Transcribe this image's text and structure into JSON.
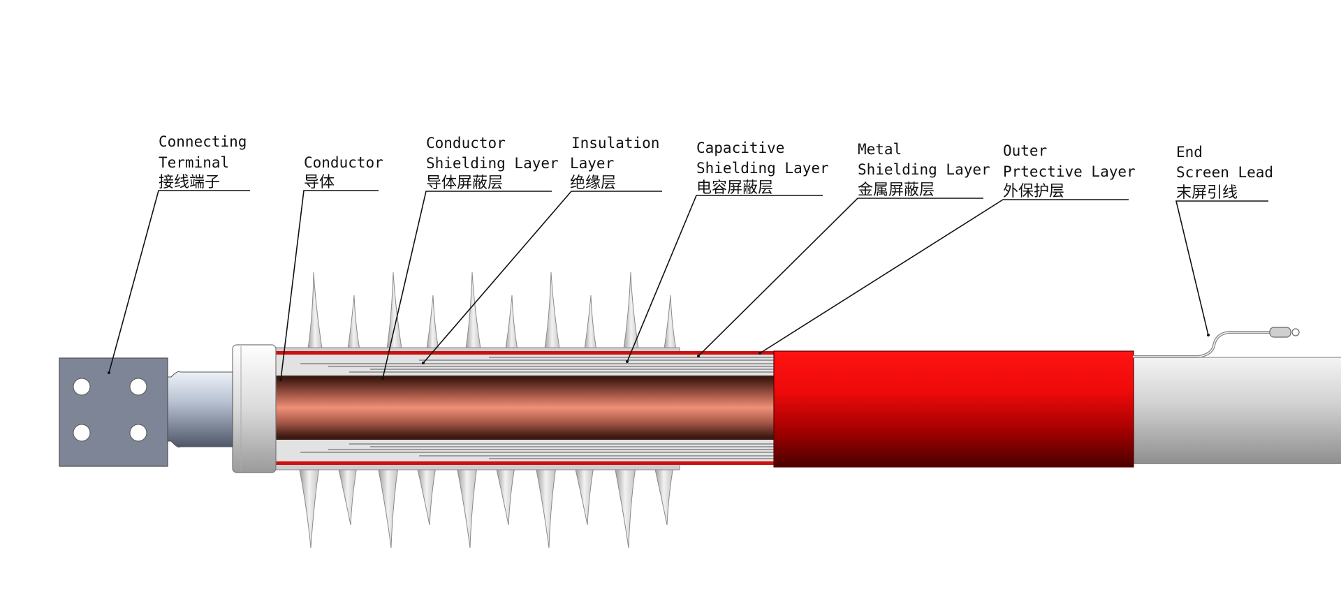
{
  "labels": [
    {
      "id": "connecting-terminal",
      "en": [
        "Connecting",
        "Terminal"
      ],
      "zh": "接线端子"
    },
    {
      "id": "conductor",
      "en": [
        "Conductor"
      ],
      "zh": "导体"
    },
    {
      "id": "conductor-shielding-layer",
      "en": [
        "Conductor",
        "Shielding Layer"
      ],
      "zh": "导体屏蔽层"
    },
    {
      "id": "insulation-layer",
      "en": [
        "Insulation",
        "Layer"
      ],
      "zh": "绝缘层"
    },
    {
      "id": "capacitive-shielding-layer",
      "en": [
        "Capacitive",
        "Shielding Layer"
      ],
      "zh": "电容屏蔽层"
    },
    {
      "id": "metal-shielding-layer",
      "en": [
        "Metal",
        "Shielding Layer"
      ],
      "zh": "金属屏蔽层"
    },
    {
      "id": "outer-protective-layer",
      "en": [
        "Outer",
        "Prtective Layer"
      ],
      "zh": "外保护层"
    },
    {
      "id": "end-screen-lead",
      "en": [
        "End",
        "Screen Lead"
      ],
      "zh": "末屏引线"
    }
  ],
  "colors": {
    "outer_sheath_red": "#ff1111",
    "outer_sheath_dark": "#5a0000",
    "copper_core": "#f09078",
    "copper_dark": "#3c1810",
    "insulation_grey": "#c8c8c8",
    "terminal_grey": "#7d8495",
    "cable_grey": "#d6d6d6"
  }
}
